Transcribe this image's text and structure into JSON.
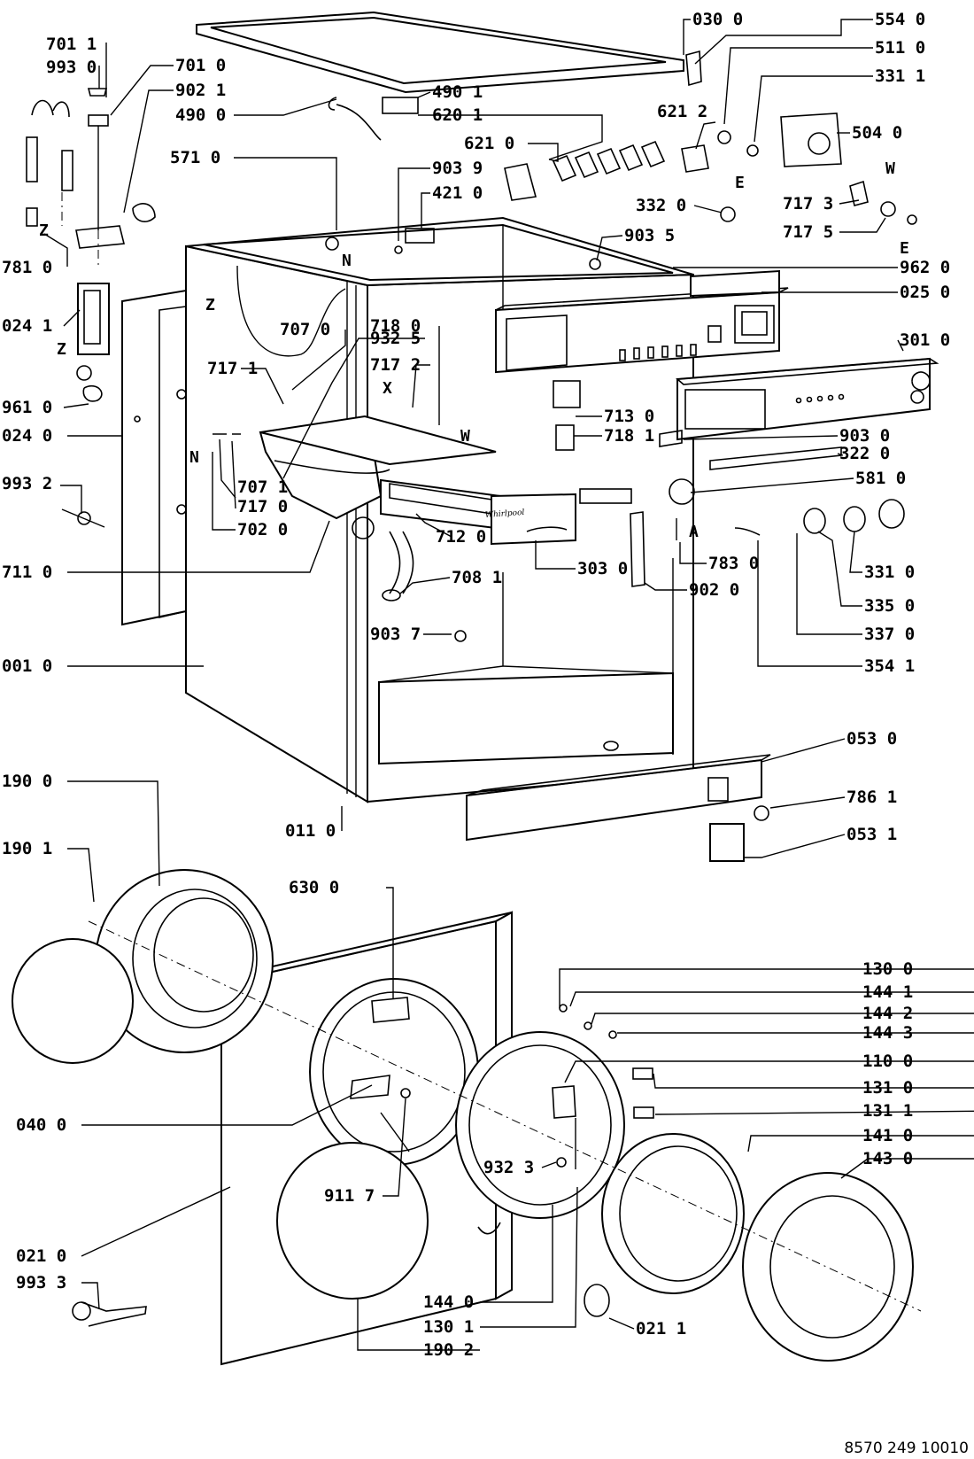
{
  "labels": [
    {
      "id": "l7011",
      "text": "701 1"
    },
    {
      "id": "l9930",
      "text": "993 0"
    },
    {
      "id": "l7010",
      "text": "701 0"
    },
    {
      "id": "l9021",
      "text": "902 1"
    },
    {
      "id": "l4900",
      "text": "490 0"
    },
    {
      "id": "l4901",
      "text": "490 1"
    },
    {
      "id": "l6201",
      "text": "620 1"
    },
    {
      "id": "l0300",
      "text": "030 0"
    },
    {
      "id": "l5540",
      "text": "554 0"
    },
    {
      "id": "l5110",
      "text": "511 0"
    },
    {
      "id": "l3311",
      "text": "331 1"
    },
    {
      "id": "l6212",
      "text": "621 2"
    },
    {
      "id": "l5040",
      "text": "504 0"
    },
    {
      "id": "l6210",
      "text": "621 0"
    },
    {
      "id": "l5710",
      "text": "571 0"
    },
    {
      "id": "l9039",
      "text": "903 9"
    },
    {
      "id": "l4210",
      "text": "421 0"
    },
    {
      "id": "l3320",
      "text": "332 0"
    },
    {
      "id": "l7173",
      "text": "717 3"
    },
    {
      "id": "l7175",
      "text": "717 5"
    },
    {
      "id": "l9035",
      "text": "903 5"
    },
    {
      "id": "l7810",
      "text": "781 0"
    },
    {
      "id": "l9620",
      "text": "962 0"
    },
    {
      "id": "l0250",
      "text": "025 0"
    },
    {
      "id": "l0241",
      "text": "024 1"
    },
    {
      "id": "l3010",
      "text": "301 0"
    },
    {
      "id": "l7180",
      "text": "718 0"
    },
    {
      "id": "l7070",
      "text": "707 0"
    },
    {
      "id": "l9325",
      "text": "932 5"
    },
    {
      "id": "l7171",
      "text": "717 1"
    },
    {
      "id": "l7172",
      "text": "717 2"
    },
    {
      "id": "l9610",
      "text": "961 0"
    },
    {
      "id": "l0240",
      "text": "024 0"
    },
    {
      "id": "l7130",
      "text": "713 0"
    },
    {
      "id": "l7181",
      "text": "718 1"
    },
    {
      "id": "l9030",
      "text": "903 0"
    },
    {
      "id": "l3220",
      "text": "322 0"
    },
    {
      "id": "l9932",
      "text": "993 2"
    },
    {
      "id": "l7071",
      "text": "707 1"
    },
    {
      "id": "l7170",
      "text": "717 0"
    },
    {
      "id": "l7020",
      "text": "702 0"
    },
    {
      "id": "l5810",
      "text": "581 0"
    },
    {
      "id": "l7120",
      "text": "712 0"
    },
    {
      "id": "l7110",
      "text": "711 0"
    },
    {
      "id": "l7081",
      "text": "708 1"
    },
    {
      "id": "l3030",
      "text": "303 0"
    },
    {
      "id": "l7830",
      "text": "783 0"
    },
    {
      "id": "l3310",
      "text": "331 0"
    },
    {
      "id": "l9020",
      "text": "902 0"
    },
    {
      "id": "l3350",
      "text": "335 0"
    },
    {
      "id": "l9037",
      "text": "903 7"
    },
    {
      "id": "l3370",
      "text": "337 0"
    },
    {
      "id": "l0010",
      "text": "001 0"
    },
    {
      "id": "l3541",
      "text": "354 1"
    },
    {
      "id": "l0530",
      "text": "053 0"
    },
    {
      "id": "l1900",
      "text": "190 0"
    },
    {
      "id": "l7861",
      "text": "786 1"
    },
    {
      "id": "l0110",
      "text": "011 0"
    },
    {
      "id": "l0531",
      "text": "053 1"
    },
    {
      "id": "l1901",
      "text": "190 1"
    },
    {
      "id": "l6300",
      "text": "630 0"
    },
    {
      "id": "l1300",
      "text": "130 0"
    },
    {
      "id": "l1441",
      "text": "144 1"
    },
    {
      "id": "l1442",
      "text": "144 2"
    },
    {
      "id": "l1443",
      "text": "144 3"
    },
    {
      "id": "l1100",
      "text": "110 0"
    },
    {
      "id": "l1310",
      "text": "131 0"
    },
    {
      "id": "l0400",
      "text": "040 0"
    },
    {
      "id": "l1311",
      "text": "131 1"
    },
    {
      "id": "l1410",
      "text": "141 0"
    },
    {
      "id": "l9323",
      "text": "932 3"
    },
    {
      "id": "l1430",
      "text": "143 0"
    },
    {
      "id": "l9117",
      "text": "911 7"
    },
    {
      "id": "l0210",
      "text": "021 0"
    },
    {
      "id": "l9933",
      "text": "993 3"
    },
    {
      "id": "l1440",
      "text": "144 0"
    },
    {
      "id": "l1301",
      "text": "130 1"
    },
    {
      "id": "l0211",
      "text": "021 1"
    },
    {
      "id": "l1902",
      "text": "190 2"
    }
  ],
  "letters": {
    "z1": "Z",
    "z2": "Z",
    "z3": "Z",
    "n1": "N",
    "n2": "N",
    "e1": "E",
    "e2": "E",
    "w1": "W",
    "w2": "W",
    "x1": "X",
    "a1": "A"
  },
  "reference": "8570 249 10010",
  "brand": "Whirlpool"
}
